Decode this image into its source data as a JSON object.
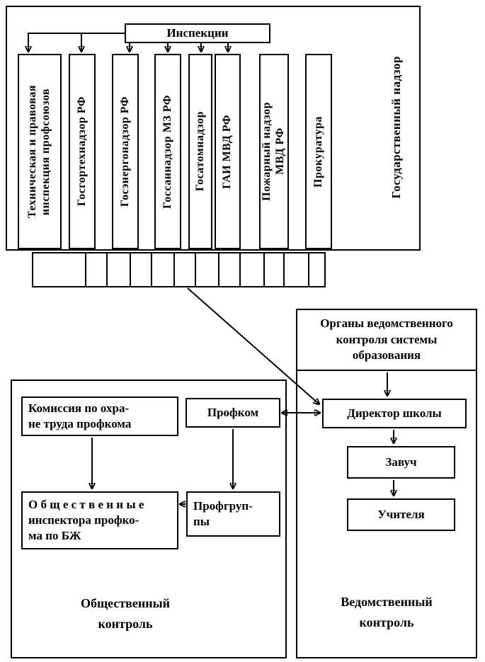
{
  "top": {
    "inspections_label": "Инспекции",
    "side_label": "Государственный надзор",
    "agencies": [
      {
        "label": "Техническая и правовая\nинспекция профсоюзов"
      },
      {
        "label": "Госгортехнадзор РФ"
      },
      {
        "label": "Госэнергонадзор РФ"
      },
      {
        "label": "Госсаннадзор МЗ РФ"
      },
      {
        "label": "Госатомнадзор"
      },
      {
        "label": "ГАИ МВД РФ"
      },
      {
        "label": "Пожарный надзор\nМВД РФ"
      },
      {
        "label": "Прокуратура"
      }
    ]
  },
  "departmental": {
    "header": "Органы ведомственного\nконтроля системы\nобразования",
    "director": "Директор школы",
    "head_teacher": "Завуч",
    "teachers": "Учителя",
    "footer": "Ведомственный\nконтроль"
  },
  "public": {
    "commission": "Комиссия по охра-\nне труда профкома",
    "profkom": "Профком",
    "inspectors": "О б щ е с т в е н н ы е\nинспектора профко-\nма по БЖ",
    "profgroups": "Профгруп-\nпы",
    "footer": "Общественный\nконтроль"
  }
}
